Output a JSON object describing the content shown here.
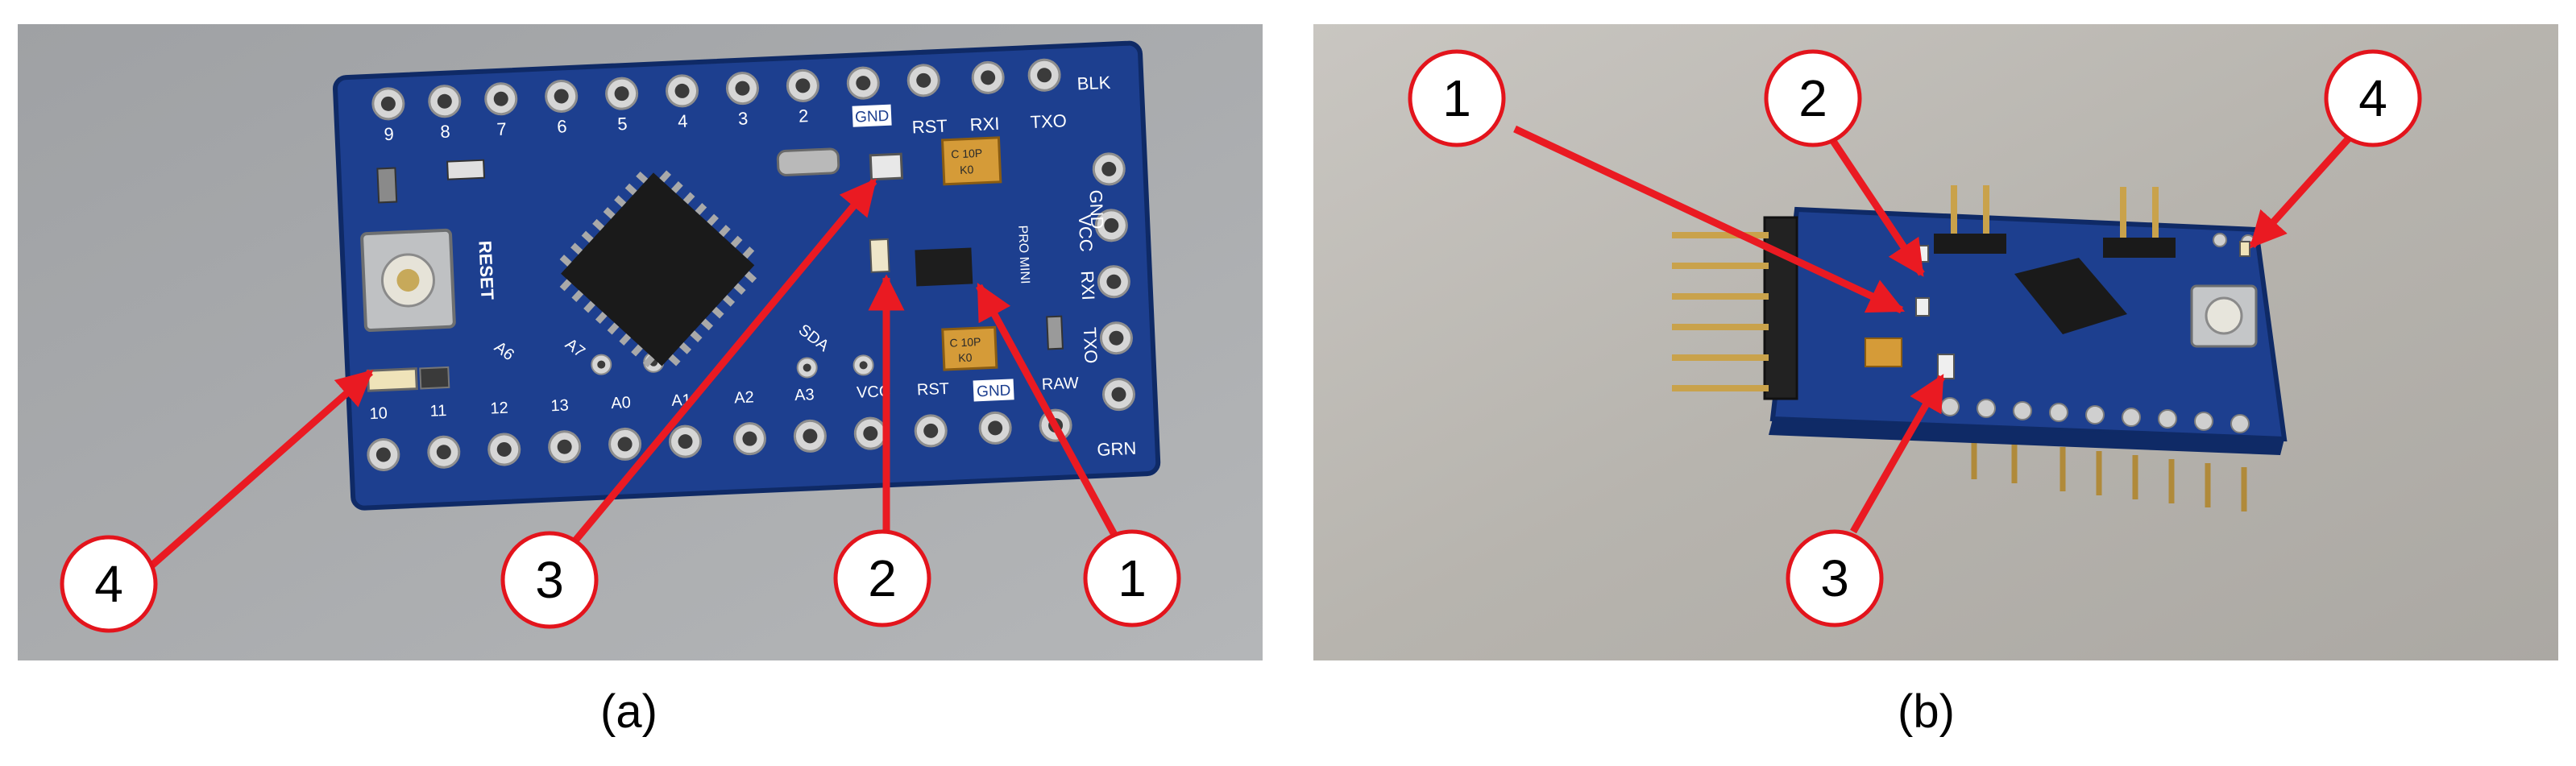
{
  "panels": [
    {
      "caption": "(a)",
      "board_labels": {
        "top_pins": [
          "9",
          "8",
          "7",
          "6",
          "5",
          "4",
          "3",
          "2"
        ],
        "top_right": [
          "GND",
          "RST",
          "RXI",
          "TXO",
          "BLK"
        ],
        "right_side": [
          "GND",
          "VCC",
          "RXI",
          "TXO",
          "GRN"
        ],
        "bottom_pins": [
          "10",
          "11",
          "12",
          "13",
          "A0",
          "A1",
          "A2",
          "A3",
          "VCC",
          "RST",
          "GND",
          "RAW"
        ],
        "reset": "RESET",
        "a6": "A6",
        "a7": "A7",
        "sda": "SDA",
        "pro_mini": "PRO MINI",
        "cap_top": "C 10P",
        "cap_top_2": "K0",
        "cap_bottom": "C 10P",
        "cap_bottom_2": "K0"
      },
      "callouts": [
        "4",
        "3",
        "2",
        "1"
      ]
    },
    {
      "caption": "(b)",
      "callouts": [
        "1",
        "2",
        "4",
        "3"
      ]
    }
  ],
  "colors": {
    "callout_fill": "#ffffff",
    "callout_border": "#e3141c",
    "arrow": "#ea1a22",
    "pcb": "#1d3f8f",
    "pad": "#d7d7d7"
  }
}
